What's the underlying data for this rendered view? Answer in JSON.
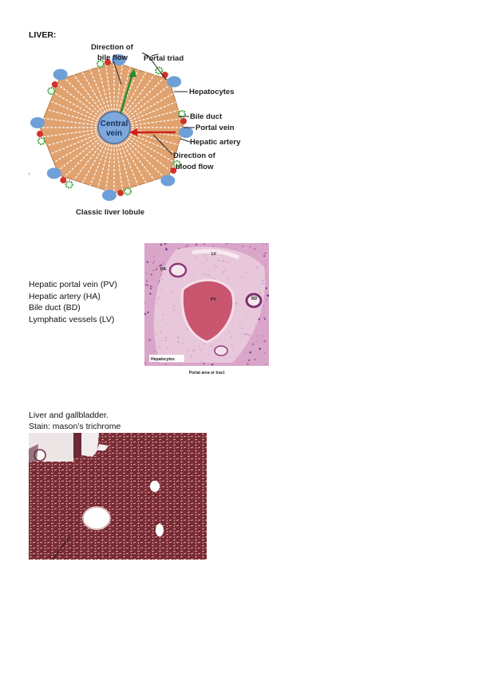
{
  "heading": "LIVER:",
  "stray_mark": "ı",
  "lobule_diagram": {
    "labels": {
      "direction_bile_flow_1": "Direction of",
      "direction_bile_flow_2": "bile flow",
      "portal_triad": "Portal triad",
      "hepatocytes": "Hepatocytes",
      "bile_duct": "Bile duct",
      "portal_vein": "Portal vein",
      "hepatic_artery": "Hepatic artery",
      "direction_blood_flow_1": "Direction of",
      "direction_blood_flow_2": "blood flow",
      "central_vein_1": "Central",
      "central_vein_2": "vein",
      "caption": "Classic liver lobule"
    },
    "colors": {
      "hepatocyte": "#e0a370",
      "portal_vein": "#6f9fd8",
      "hepatic_artery": "#d3322a",
      "bile_duct": "#3aa43a",
      "bile_arrow": "#2a8a2a",
      "blood_arrow": "#cc1f1a"
    }
  },
  "portal_area": {
    "legend": [
      "Hepatic portal vein (PV)",
      "Hepatic artery (HA)",
      "Bile duct (BD)",
      "Lymphatic vessels (LV)"
    ],
    "micro_labels": {
      "lv": "LV",
      "ha": "HA",
      "pv": "PV",
      "bd": "BD",
      "hepatocytes": "Hepatocytes",
      "caption": "Portal area or tract"
    }
  },
  "trichrome": {
    "caption_line1": "Liver and gallbladder.",
    "caption_line2": "Stain: mason’s trichrome"
  }
}
